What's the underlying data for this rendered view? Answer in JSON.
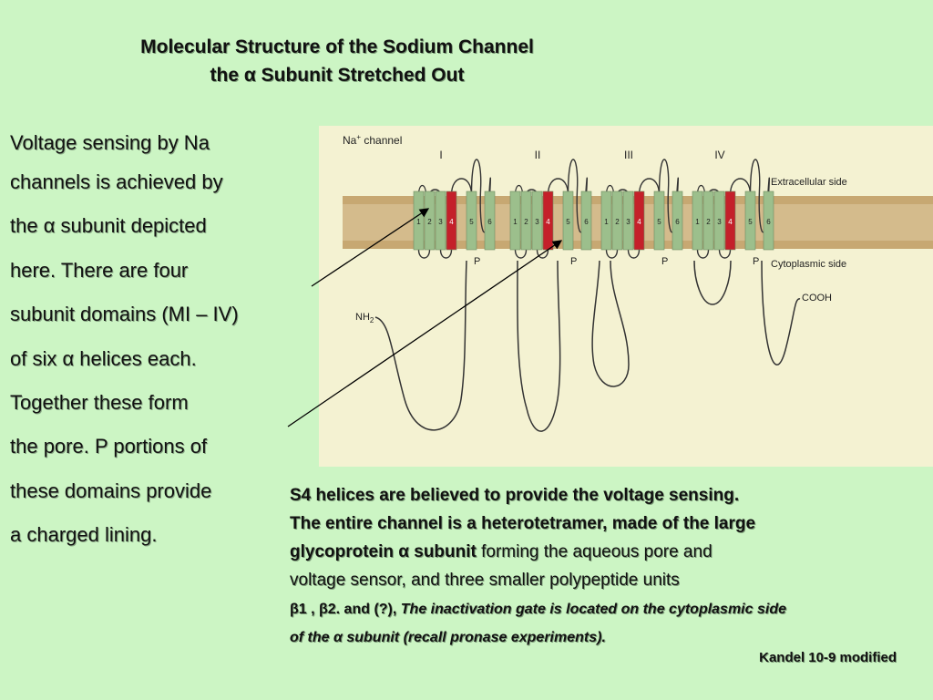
{
  "title": {
    "line1": "Molecular Structure of the Sodium Channel",
    "line2": "the α Subunit Stretched Out"
  },
  "side_text": [
    "Voltage sensing by Na",
    "channels is achieved by",
    "the α subunit depicted",
    "here.  There are four",
    "subunit domains (MI – IV)",
    "of six α helices each.",
    "Together these form",
    "the pore.  P portions of",
    "these domains provide",
    "a charged lining."
  ],
  "figure": {
    "label_channel": "Na",
    "label_channel_sup": "+",
    "label_channel_rest": " channel",
    "domains": [
      "I",
      "II",
      "III",
      "IV"
    ],
    "extracellular": "Extracellular side",
    "cytoplasmic": "Cytoplasmic side",
    "nh2": "NH",
    "nh2_sub": "2",
    "cooh": "COOH",
    "p_label": "P",
    "helix_numbers": [
      "1",
      "2",
      "3",
      "4",
      "5",
      "6"
    ],
    "membrane_color": "#d2b98a",
    "helix_color": "#9cbf8c",
    "s4_color": "#c4202a"
  },
  "caption": {
    "line1": "S4 helices are believed to provide the voltage sensing.",
    "line2": "The entire channel is a heterotetramer, made of the large",
    "line3_bold": "glycoprotein α subunit",
    "line3_norm": " forming the aqueous pore and",
    "line4": "voltage sensor, and three smaller polypeptide units",
    "line5_beta": "β1 , β2.",
    "line5_and": "  and (?), ",
    "line5_it": "The inactivation gate is located on  the cytoplasmic side",
    "line6_it": "of the α subunit (recall pronase experiments)."
  },
  "credit": "Kandel 10-9 modified"
}
